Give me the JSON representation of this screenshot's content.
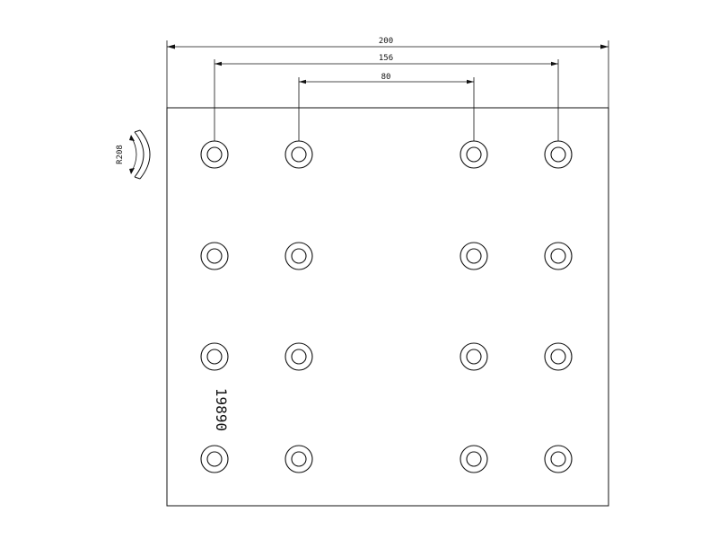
{
  "dimensions": {
    "overall_width": "200",
    "outer_hole_spacing": "156",
    "inner_hole_spacing": "80"
  },
  "curvature_label": "R208",
  "part_number": "19890",
  "hole_grid": {
    "columns": 4,
    "rows": 4
  },
  "colors": {
    "line": "#111111",
    "background": "#ffffff"
  }
}
